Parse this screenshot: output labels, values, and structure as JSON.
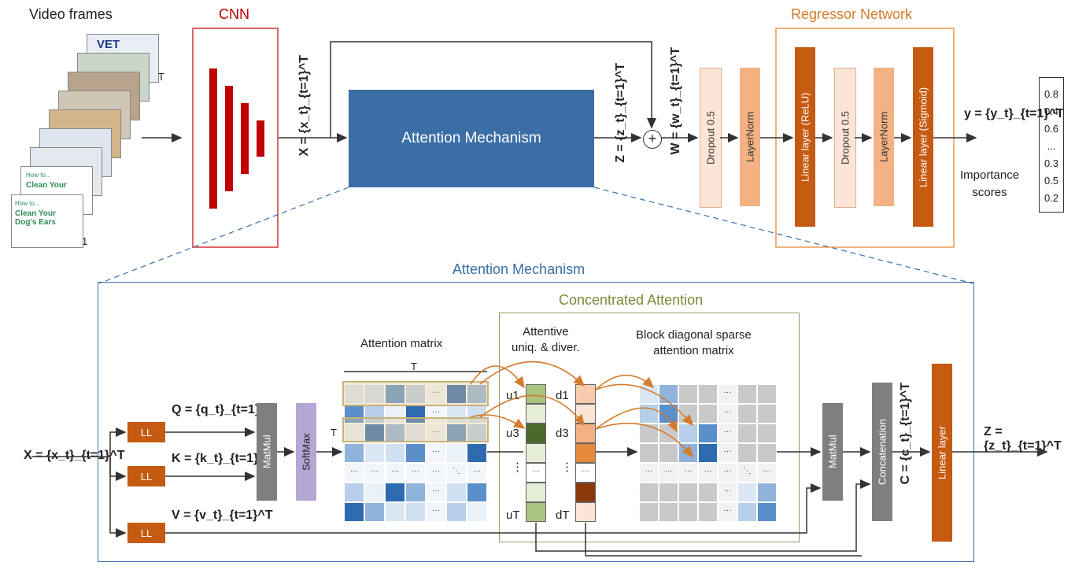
{
  "top": {
    "video_frames_label": "Video frames",
    "frame_T": "T",
    "frame_1": "1",
    "frame_vet_logo": "VET",
    "frame_howto_small": "How to...",
    "frame_clean_your": "Clean Your",
    "frame_howto_big": "Clean Your\nDog's Ears",
    "cnn_label": "CNN",
    "x_label": "X = {x_t}_{t=1}^T",
    "attention_label": "Attention Mechanism",
    "z_label": "Z = {z_t}_{t=1}^T",
    "plus": "+",
    "w_label": "W = {w_t}_{t=1}^T",
    "dropout1": "Dropout 0.5",
    "layernorm1": "LayerNorm",
    "regressor_label": "Regressor Network",
    "linear_relu": "Linear layer (ReLU)",
    "dropout2": "Dropout 0.5",
    "layernorm2": "LayerNorm",
    "linear_sigmoid": "Linear layer (Sigmoid)",
    "y_label": "y = {y_t}_{t=1}^T",
    "scores": [
      "0.8",
      "0.4",
      "0.6",
      "...",
      "0.3",
      "0.5",
      "0.2"
    ],
    "importance_label": "Importance\nscores"
  },
  "bottom": {
    "title": "Attention Mechanism",
    "concentrated_title": "Concentrated Attention",
    "x_input": "X = {x_t}_{t=1}^T",
    "ll": "LL",
    "q_label": "Q = {q_t}_{t=1}^T",
    "k_label": "K = {k_t}_{t=1}^T",
    "v_label": "V = {v_t}_{t=1}^T",
    "matmul": "MatMul",
    "softmax": "SoftMax",
    "attention_matrix": "Attention matrix",
    "matrix_T_top": "T",
    "matrix_T_left": "T",
    "attentive_label": "Attentive\nuniq. & diver.",
    "u_labels": [
      "u1",
      "u3",
      "⋮",
      "uT"
    ],
    "d_labels": [
      "d1",
      "d3",
      "⋮",
      "dT"
    ],
    "block_label": "Block diagonal sparse\nattention matrix",
    "matmul2": "MatMul",
    "concatenation": "Concatenation",
    "c_label": "C = {c_t}_{t=1}^T",
    "linear_layer": "Linear layer",
    "z_output": "Z = {z_t}_{t=1}^T",
    "dots": "···",
    "diag_dots": "⋱"
  },
  "colors": {
    "cnn_red": "#c00000",
    "attention_blue": "#3a6ea5",
    "regressor_orange": "#d47c2e",
    "dark_orange": "#c55a11",
    "light_peach": "#f8cbad",
    "pale_peach": "#fbe5d6",
    "gray_box": "#7f7f7f",
    "softmax_purple": "#b4a7d6",
    "olive": "#767171"
  }
}
